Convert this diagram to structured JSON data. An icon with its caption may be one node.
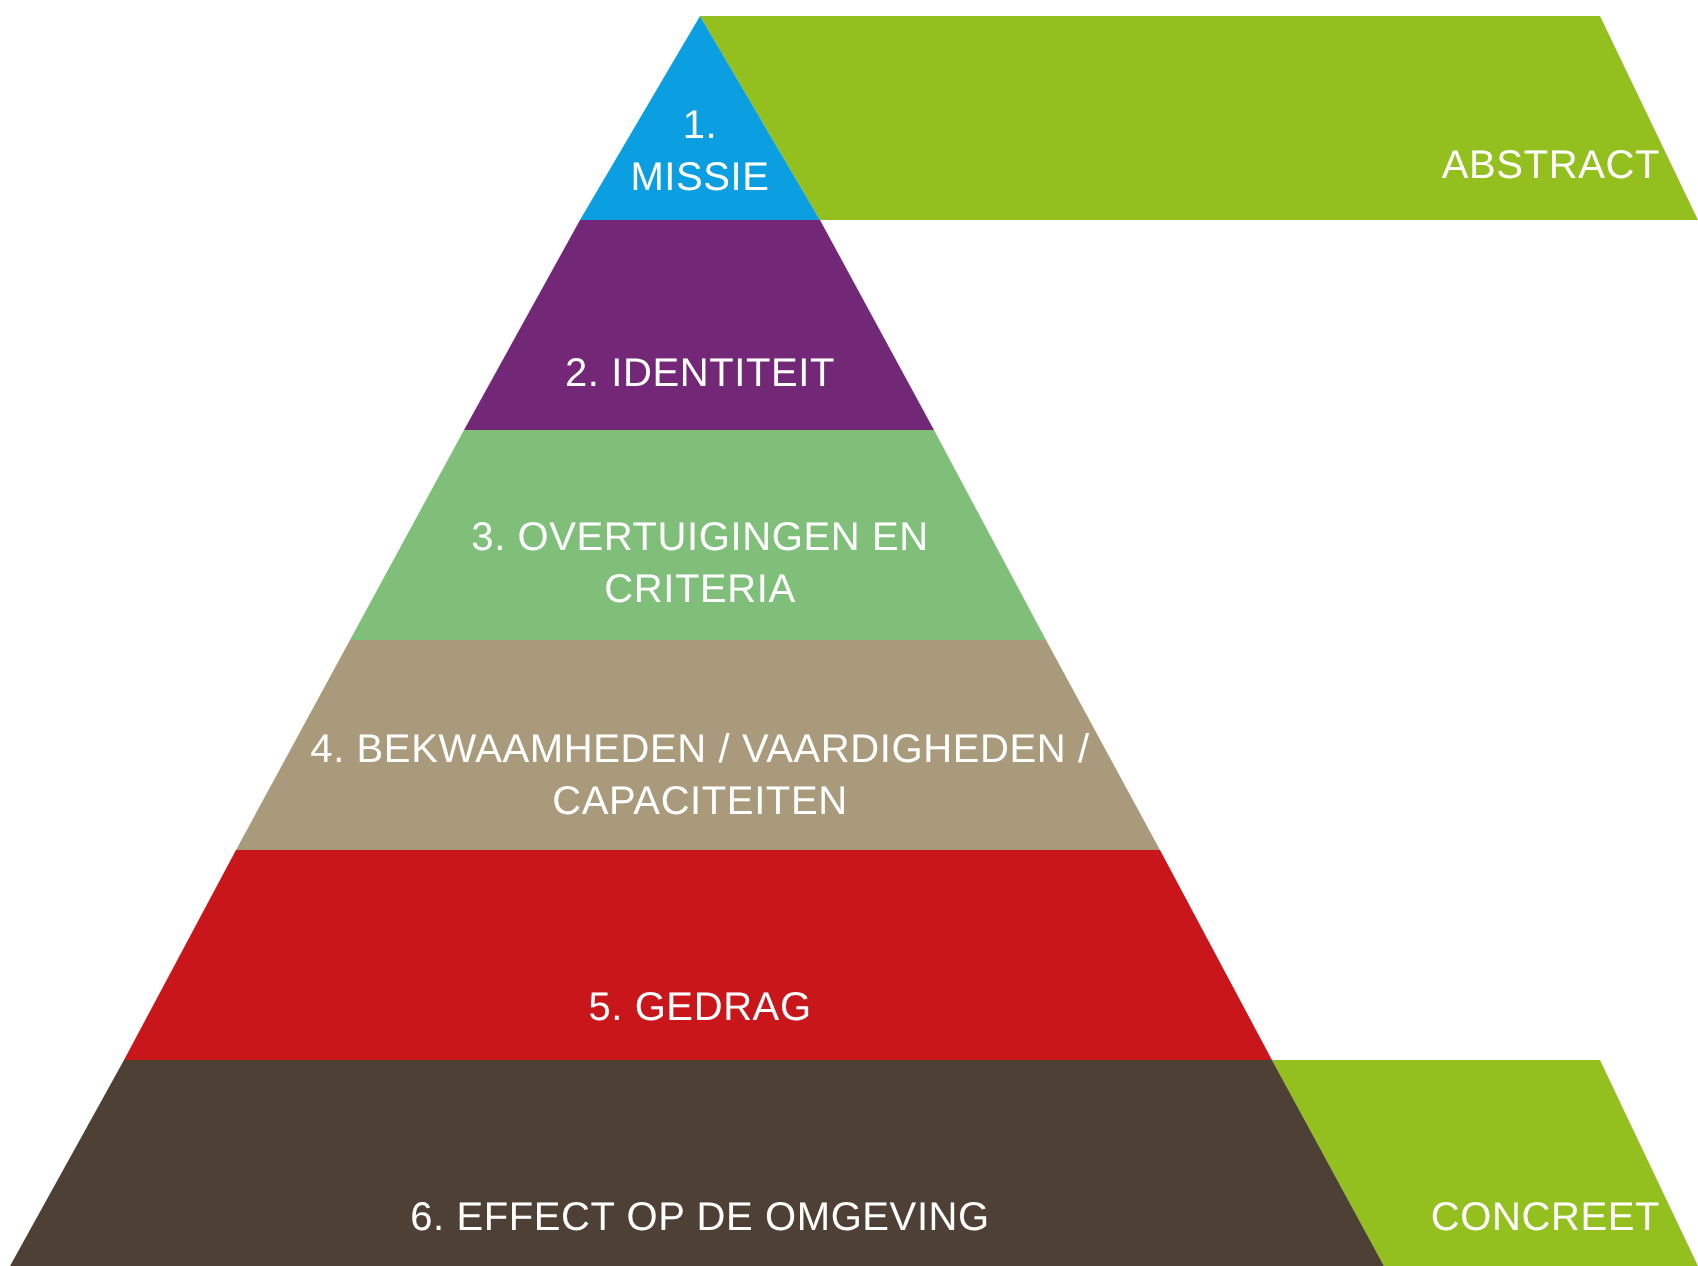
{
  "diagram": {
    "nodes": [
      {
        "text": [
          "1. MISSIE"
        ]
      },
      {
        "text": [
          "ABSTRACT"
        ]
      },
      {
        "text": [
          "2. IDENTITEIT"
        ]
      },
      {
        "text": [
          "3. OVERTUIGINGEN EN CRITERIA"
        ]
      },
      {
        "text": [
          "4. BEKWAAMHEDEN / VAARDIGHEDEN / CAPACITEITEN"
        ]
      },
      {
        "text": [
          "5. GEDRAG"
        ]
      },
      {
        "text": [
          "6. EFFECT OP DE OMGEVING"
        ]
      },
      {
        "text": [
          "CONCREET"
        ]
      }
    ]
  }
}
